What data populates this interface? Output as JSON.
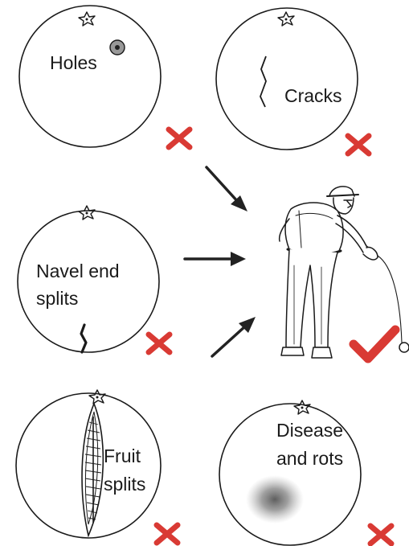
{
  "fruits": {
    "holes": {
      "label": "Holes",
      "verdict": "reject"
    },
    "cracks": {
      "label": "Cracks",
      "verdict": "reject"
    },
    "navel": {
      "label_line1": "Navel end",
      "label_line2": "splits",
      "verdict": "reject"
    },
    "fruit_splits": {
      "label_line1": "Fruit",
      "label_line2": "splits",
      "verdict": "reject"
    },
    "disease": {
      "label_line1": "Disease",
      "label_line2": "and rots",
      "verdict": "reject"
    }
  },
  "picker": {
    "verdict": "accept"
  },
  "colors": {
    "reject_mark": "#d93a34",
    "accept_mark": "#d93a34",
    "outline": "#1a1a1a",
    "arrow": "#222222"
  },
  "icons": [
    "calyx-icon",
    "cross-icon",
    "check-icon",
    "arrow-icon",
    "picker-figure-icon"
  ]
}
